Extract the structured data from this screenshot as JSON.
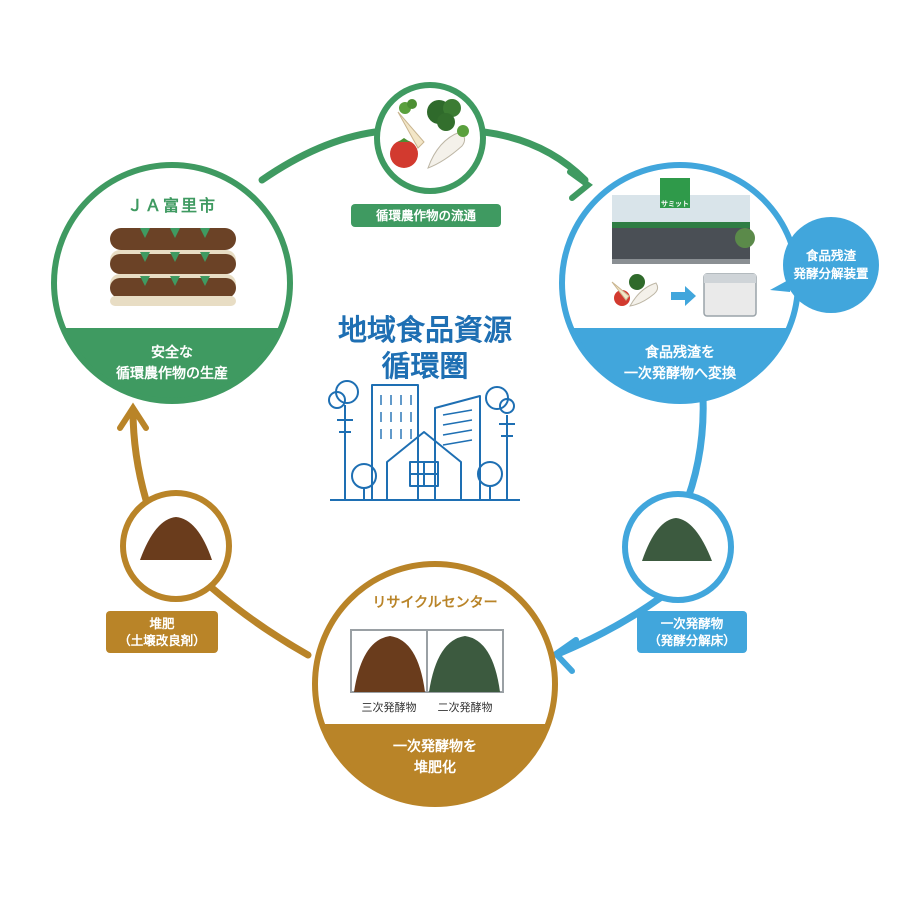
{
  "title": [
    "地域食品資源",
    "循環圏"
  ],
  "nodes": {
    "ja": {
      "name": "ＪＡ富里市",
      "caption": [
        "安全な",
        "循環農作物の生産"
      ]
    },
    "store": {
      "sign": "サミット",
      "caption": [
        "食品残渣を",
        "一次発酵物へ変換"
      ],
      "bubble": [
        "食品残渣",
        "発酵分解装置"
      ]
    },
    "recycle": {
      "name": "リサイクルセンター",
      "labels": [
        "三次発酵物",
        "二次発酵物"
      ],
      "caption": [
        "一次発酵物を",
        "堆肥化"
      ]
    }
  },
  "pills": {
    "flow": "循環農作物の流通",
    "primary": [
      "一次発酵物",
      "（発酵分解床）"
    ],
    "compost": [
      "堆肥",
      "（土壌改良剤）"
    ]
  },
  "colors": {
    "green": "#3f9a61",
    "blue": "#41a6dc",
    "brown": "#b98428",
    "title": "#1e6fb3"
  }
}
